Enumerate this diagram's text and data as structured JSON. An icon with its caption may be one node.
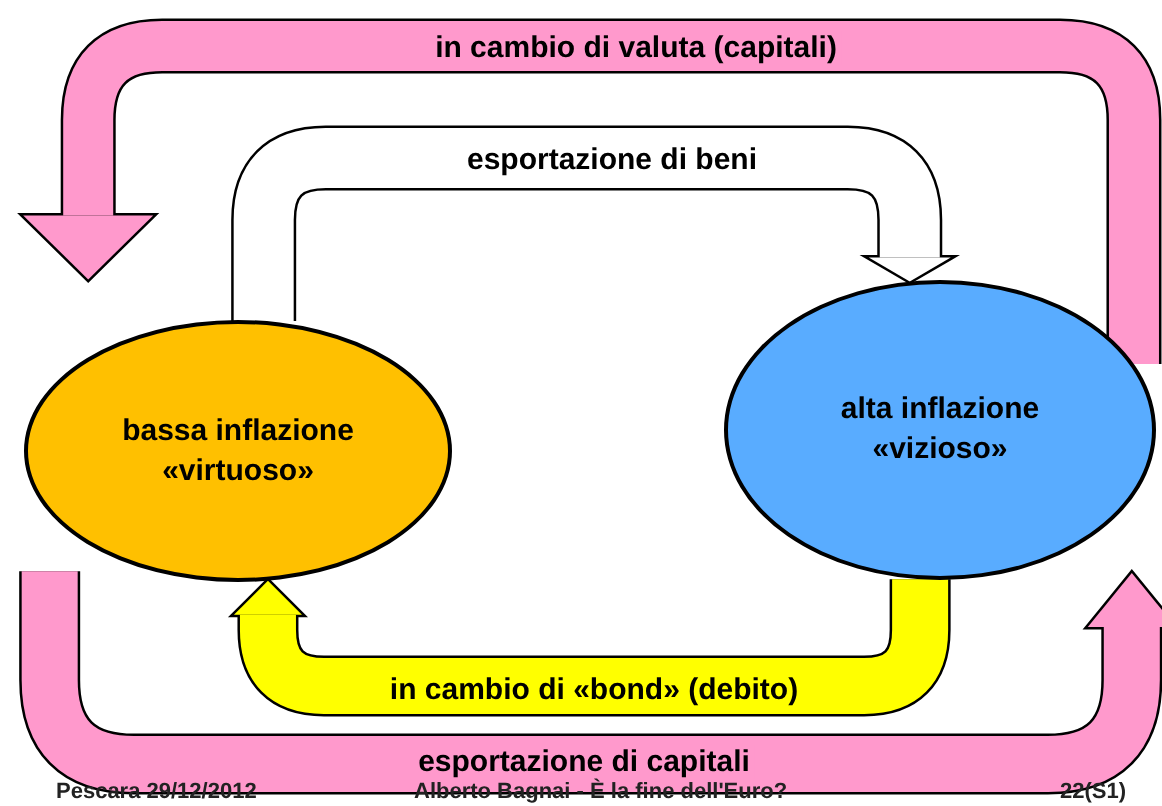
{
  "diagram": {
    "nodes": [
      {
        "text": [
          "bassa inflazione «virtuoso»"
        ]
      },
      {
        "text": [
          "alta inflazione «vizioso»"
        ]
      }
    ],
    "edges": [
      {
        "from": 1,
        "to": 0,
        "arrow": "to",
        "label": "in cambio di valuta (capitali)"
      },
      {
        "from": 0,
        "to": 1,
        "arrow": "to",
        "label": "esportazione di beni",
        "color": "#ffffff"
      },
      {
        "from": 1,
        "to": 0,
        "arrow": "to",
        "label": "in cambio di «bond» (debito)",
        "color": "#ffff00"
      },
      {
        "from": 0,
        "to": 1,
        "arrow": "to",
        "label": "esportazione di capitali"
      }
    ],
    "labels": [
      "Pescara 29/12/2012",
      "Alberto Bagnai - È la fine dell'Euro?",
      "22(S1)"
    ]
  }
}
